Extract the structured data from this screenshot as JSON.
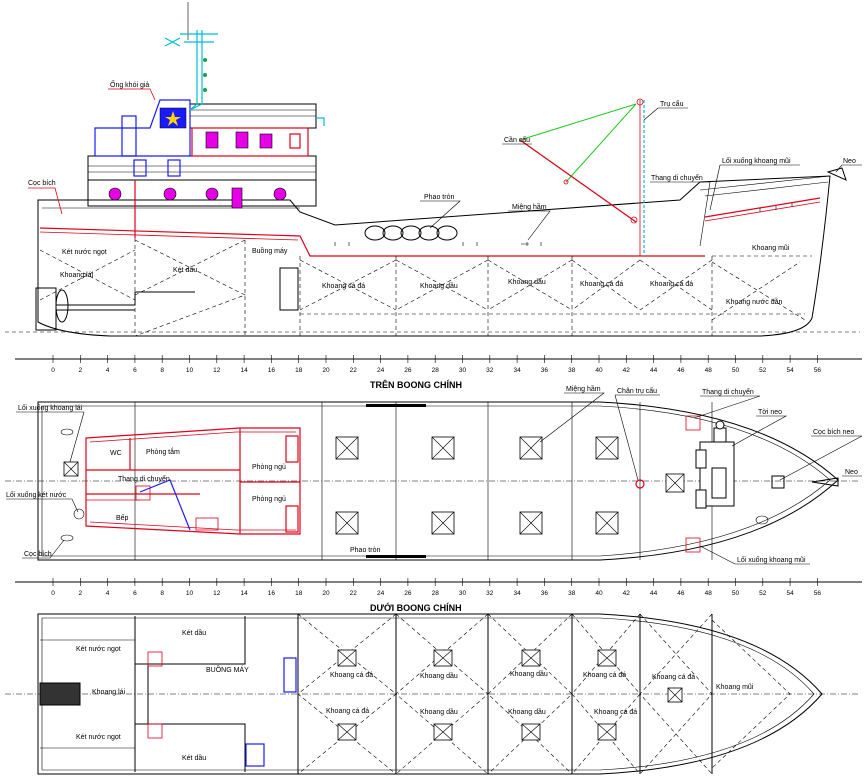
{
  "profile": {
    "labels": {
      "ong_khoi": "Ống khói giả",
      "coc_bich": "Cọc bích",
      "ket_nuoc_ngot": "Két nước ngọt",
      "khoang_lai": "Khoang lái",
      "ket_dau": "Két dầu",
      "buong_may": "Buồng máy",
      "phao_tron": "Phao tròn",
      "mieng_ham": "Miệng hầm",
      "can_cau": "Cần cẩu",
      "tru_cau": "Trụ cẩu",
      "loi_xuong_khoang_mui": "Lối xuống khoang mũi",
      "thang_di_chuyen": "Thang di chuyển",
      "neo": "Neo",
      "khoang_mui": "Khoang mũi",
      "khoang_nuoc_dan": "Khoang nước dằn",
      "holds": [
        "Khoang cá đá",
        "Khoang dầu",
        "Khoang dầu",
        "Khoang cá đá",
        "Khoang cá đá"
      ]
    }
  },
  "scale": {
    "ticks": [
      "0",
      "2",
      "4",
      "6",
      "8",
      "10",
      "12",
      "14",
      "16",
      "18",
      "20",
      "22",
      "24",
      "26",
      "28",
      "30",
      "32",
      "34",
      "36",
      "38",
      "40",
      "42",
      "44",
      "46",
      "48",
      "50",
      "52",
      "54",
      "56"
    ]
  },
  "main_deck": {
    "title": "TRÊN BOONG CHÍNH",
    "labels": {
      "loi_xuong_khoang_lai": "Lối xuống khoang lái",
      "loi_xuong_ket_nuoc": "Lối xuống két nước",
      "coc_bich": "Cọc bích",
      "wc": "WC",
      "phong_tam": "Phòng tắm",
      "thang_di_chuyen": "Thang di chuyển",
      "bep": "Bếp",
      "phong_ngu_1": "Phòng ngủ",
      "phong_ngu_2": "Phòng ngủ",
      "phao_tron": "Phao tròn",
      "mieng_ham": "Miệng hầm",
      "chan_tru_cau": "Chân trụ cẩu",
      "thang_di_chuyen_2": "Thang di chuyển",
      "toi_neo": "Tời neo",
      "coc_bich_neo": "Cọc bích neo",
      "neo": "Neo",
      "loi_xuong_khoang_mui": "Lối xuống khoang mũi"
    }
  },
  "below_deck": {
    "title": "DƯỚI BOONG CHÍNH",
    "labels": {
      "ket_dau_top": "Két dầu",
      "ket_dau_bottom": "Két dầu",
      "ket_nuoc_ngot_top": "Két nước ngọt",
      "ket_nuoc_ngot_bottom": "Két nước ngọt",
      "khoang_lai": "Khoang lái",
      "buong_may": "BUỒNG MÁY",
      "khoang_mui": "Khoang mũi",
      "holds_top": [
        "Khoang cá đá",
        "Khoang dầu",
        "Khoang dầu",
        "Khoang cá đá",
        "Khoang cá đá"
      ],
      "holds_bottom": [
        "Khoang cá đá",
        "Khoang dầu",
        "Khoang dầu",
        "Khoang cá đá"
      ]
    }
  },
  "colors": {
    "outline": "#000000",
    "structure_red": "#e0001a",
    "bridge_blue": "#1a1aff",
    "crane_green": "#19c819",
    "mast_cyan": "#00bcd4",
    "porthole_magenta": "#e600e6"
  }
}
